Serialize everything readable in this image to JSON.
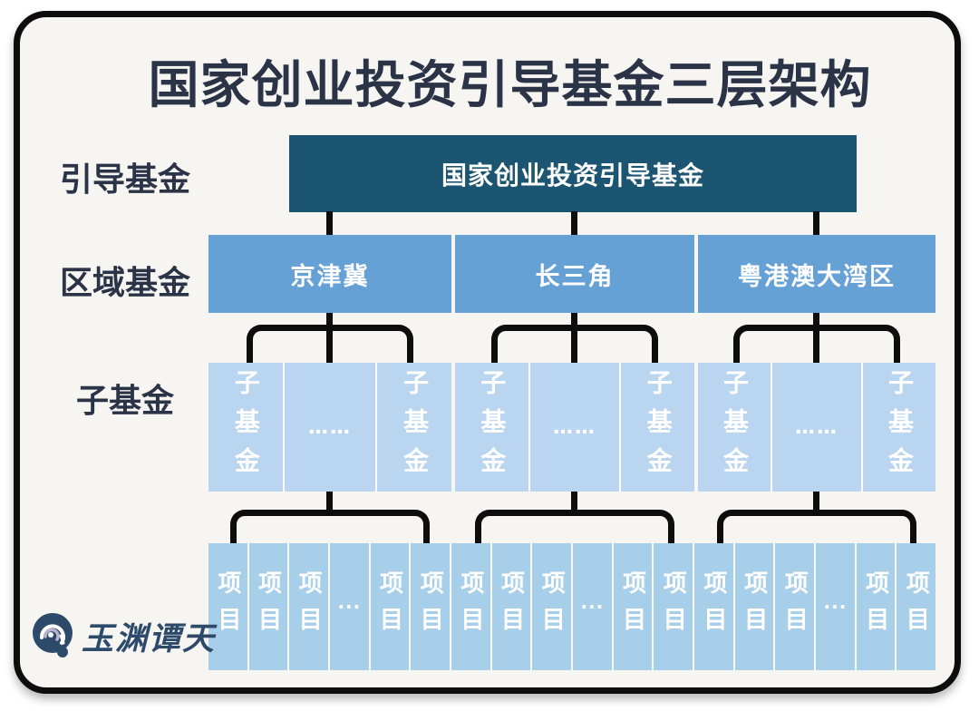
{
  "title": "国家创业投资引导基金三层架构",
  "levels": {
    "guide": {
      "side_label": "引导基金",
      "box_label": "国家创业投资引导基金"
    },
    "regional": {
      "side_label": "区域基金",
      "boxes": [
        "京津冀",
        "长三角",
        "粤港澳大湾区"
      ]
    },
    "subfund": {
      "side_label": "子基金",
      "panels": [
        {
          "left": "子基金",
          "dots": "……",
          "right": "子基金"
        },
        {
          "left": "子基金",
          "dots": "……",
          "right": "子基金"
        },
        {
          "left": "子基金",
          "dots": "……",
          "right": "子基金"
        }
      ]
    },
    "projects": {
      "cells": [
        "项目",
        "项目",
        "项目",
        "···",
        "项目",
        "项目",
        "项目",
        "项目",
        "项目",
        "···",
        "项目",
        "项目",
        "项目",
        "项目",
        "项目",
        "···",
        "项目",
        "项目"
      ]
    }
  },
  "logo": {
    "name": "玉渊谭天"
  },
  "colors": {
    "card_background": "#f6f5f2",
    "heading_text": "#2b3347",
    "guide_box": "#1b5571",
    "regional_box": "#66a1d6",
    "subfund_panel": "#bad5ef",
    "project_strip": "#a8cfea",
    "connector": "#0d0d0d",
    "box_text": "#ffffff",
    "logo_color": "#2e4a6b"
  }
}
